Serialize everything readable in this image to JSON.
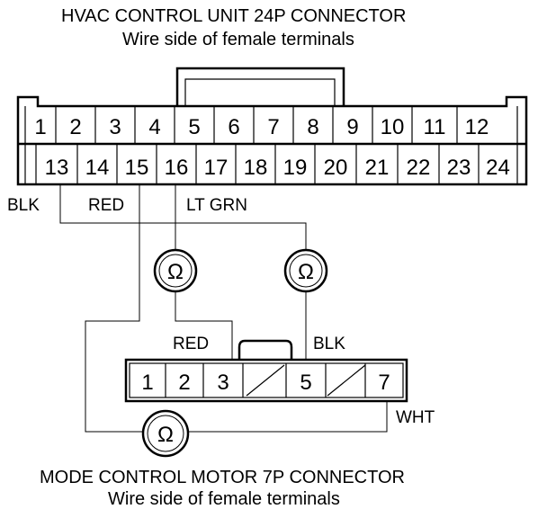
{
  "top_connector": {
    "title": "HVAC CONTROL UNIT 24P CONNECTOR",
    "subtitle": "Wire side of female terminals",
    "row1": [
      "1",
      "2",
      "3",
      "4",
      "5",
      "6",
      "7",
      "8",
      "9",
      "10",
      "11",
      "12"
    ],
    "row2": [
      "13",
      "14",
      "15",
      "16",
      "17",
      "18",
      "19",
      "20",
      "21",
      "22",
      "23",
      "24"
    ]
  },
  "wire_labels": {
    "blk_top": "BLK",
    "red_top": "RED",
    "ltgrn_top": "LT GRN",
    "red_bottom": "RED",
    "blk_bottom": "BLK",
    "wht": "WHT"
  },
  "meters": {
    "symbol": "Ω"
  },
  "bottom_connector": {
    "title": "MODE CONTROL MOTOR 7P CONNECTOR",
    "subtitle": "Wire side of female terminals",
    "pins": [
      "1",
      "2",
      "3",
      "",
      "5",
      "",
      "7"
    ]
  }
}
